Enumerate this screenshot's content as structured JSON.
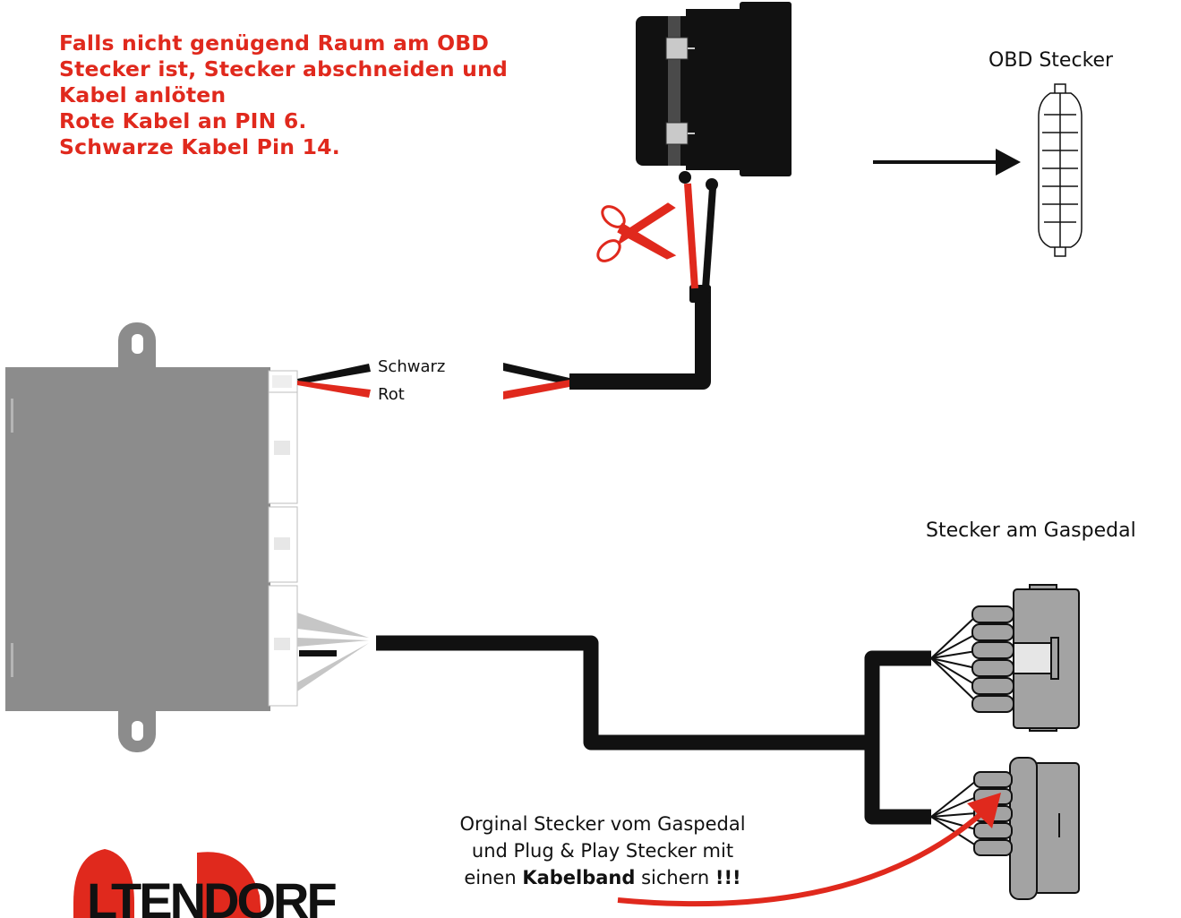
{
  "warning": {
    "line1": "Falls nicht genügend Raum am OBD",
    "line2": "Stecker ist, Stecker abschneiden und",
    "line3": "Kabel anlöten",
    "line4": "Rote Kabel an PIN 6.",
    "line5": "Schwarze Kabel Pin 14."
  },
  "labels": {
    "obd_connector": "OBD Stecker",
    "pedal_connector": "Stecker am Gaspedal",
    "wire_black": "Schwarz",
    "wire_red": "Rot"
  },
  "note": {
    "line1": "Orginal Stecker vom Gaspedal",
    "line2": "und Plug & Play Stecker mit",
    "line3_pre": "einen ",
    "line3_bold": "Kabelband",
    "line3_mid": " sichern ",
    "line3_bang": "!!!"
  },
  "logo": {
    "text": "LTENDORF"
  },
  "colors": {
    "accent_red": "#e0291d",
    "cable_black": "#111111",
    "box_gray": "#8c8c8c",
    "connector_gray": "#a3a3a3"
  }
}
